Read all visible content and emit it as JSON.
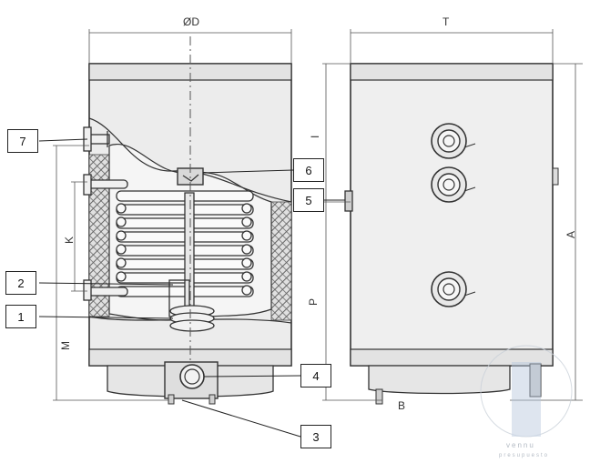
{
  "callouts": {
    "c1": "1",
    "c2": "2",
    "c3": "3",
    "c4": "4",
    "c5": "5",
    "c6": "6",
    "c7": "7"
  },
  "dimensions": {
    "diameter": "ØD",
    "depth": "T",
    "height_a": "A",
    "height_i": "I",
    "height_k": "K",
    "height_m": "M",
    "height_p": "P",
    "bottom_b": "B"
  },
  "watermark": {
    "line1": "vennu",
    "line2": "presupuesto"
  },
  "colors": {
    "tank": "#ececec",
    "insulation": "#7a7a7a",
    "line": "#333333",
    "watermark": "#9aa4b0"
  }
}
